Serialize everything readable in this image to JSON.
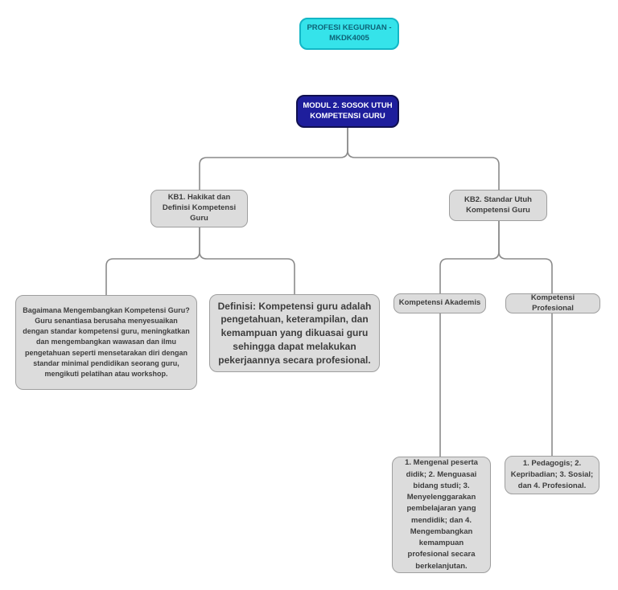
{
  "diagram": {
    "type": "mind-map",
    "nodes": {
      "root": {
        "label": "PROFESI KEGURUAN - MKDK4005"
      },
      "module": {
        "label": "MODUL 2. SOSOK UTUH KOMPETENSI GURU"
      },
      "kb1": {
        "label": "KB1. Hakikat dan Definisi Kompetensi Guru"
      },
      "kb2": {
        "label": "KB2. Standar Utuh Kompetensi Guru"
      },
      "kb1_question": {
        "label": "Bagaimana Mengembangkan Kompetensi Guru? Guru senantiasa berusaha menyesuaikan dengan standar kompetensi guru, meningkatkan dan mengembangkan wawasan dan ilmu pengetahuan seperti mensetarakan diri dengan standar minimal pendidikan seorang guru, mengikuti pelatihan atau workshop."
      },
      "kb1_definition": {
        "label": "Definisi: Kompetensi guru adalah pengetahuan, keterampilan, dan kemampuan yang dikuasai guru sehingga dapat melakukan pekerjaannya secara profesional."
      },
      "kb2_akademis": {
        "label": "Kompetensi Akademis"
      },
      "kb2_profesional": {
        "label": "Kompetensi Profesional"
      },
      "akademis_detail": {
        "label": "1. Mengenal peserta didik; 2. Menguasai bidang studi; 3. Menyelenggarakan pembelajaran yang mendidik; dan 4. Mengembangkan kemampuan profesional secara berkelanjutan."
      },
      "profesional_detail": {
        "label": "1. Pedagogis; 2. Kepribadian; 3. Sosial; dan 4. Profesional."
      }
    },
    "colors": {
      "root_fill": "#35e3ea",
      "root_border": "#13b6c6",
      "root_text": "#0e6377",
      "module_fill": "#1e1e9c",
      "module_border": "#10104f",
      "module_text": "#ffffff",
      "node_fill": "#dcdcdc",
      "node_border": "#9e9e9e",
      "node_text": "#3d3d3d",
      "connector": "#8a8a8a"
    }
  }
}
